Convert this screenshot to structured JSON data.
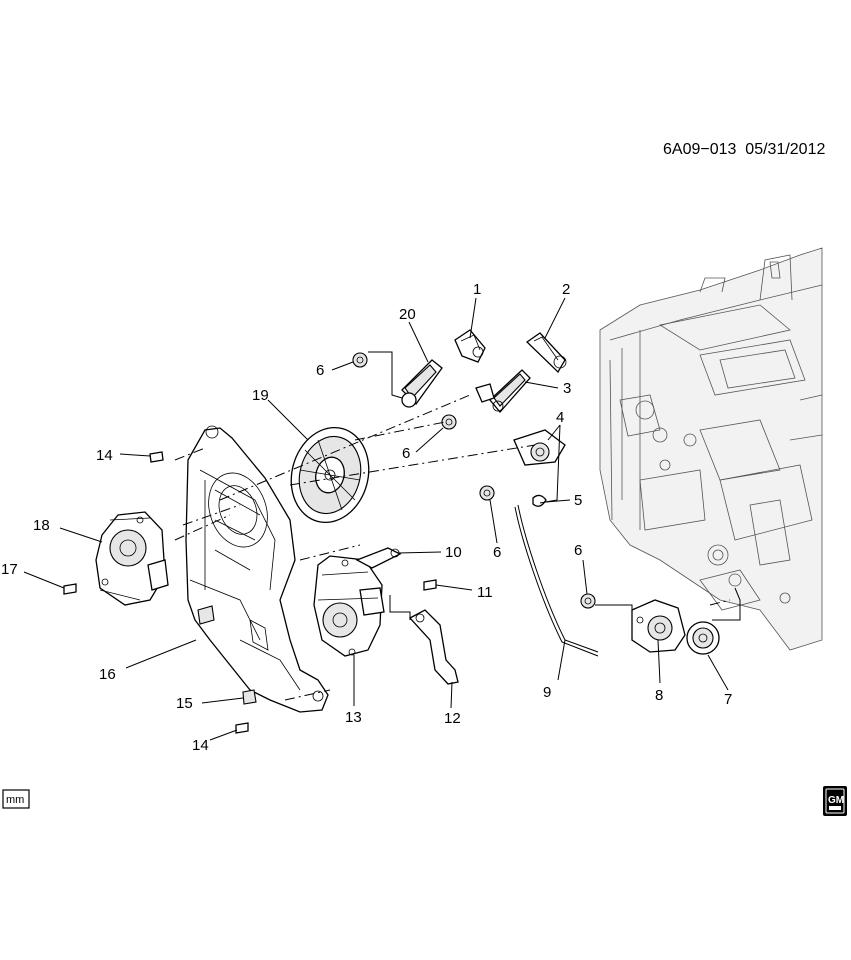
{
  "header": {
    "ref_code": "6A09−013",
    "date": "05/31/2012"
  },
  "units_badge": "mm",
  "logo_text": "GM",
  "callouts": [
    "1",
    "2",
    "3",
    "4",
    "5",
    "6",
    "7",
    "8",
    "9",
    "10",
    "11",
    "12",
    "13",
    "14",
    "15",
    "16",
    "17",
    "18",
    "19",
    "20"
  ]
}
